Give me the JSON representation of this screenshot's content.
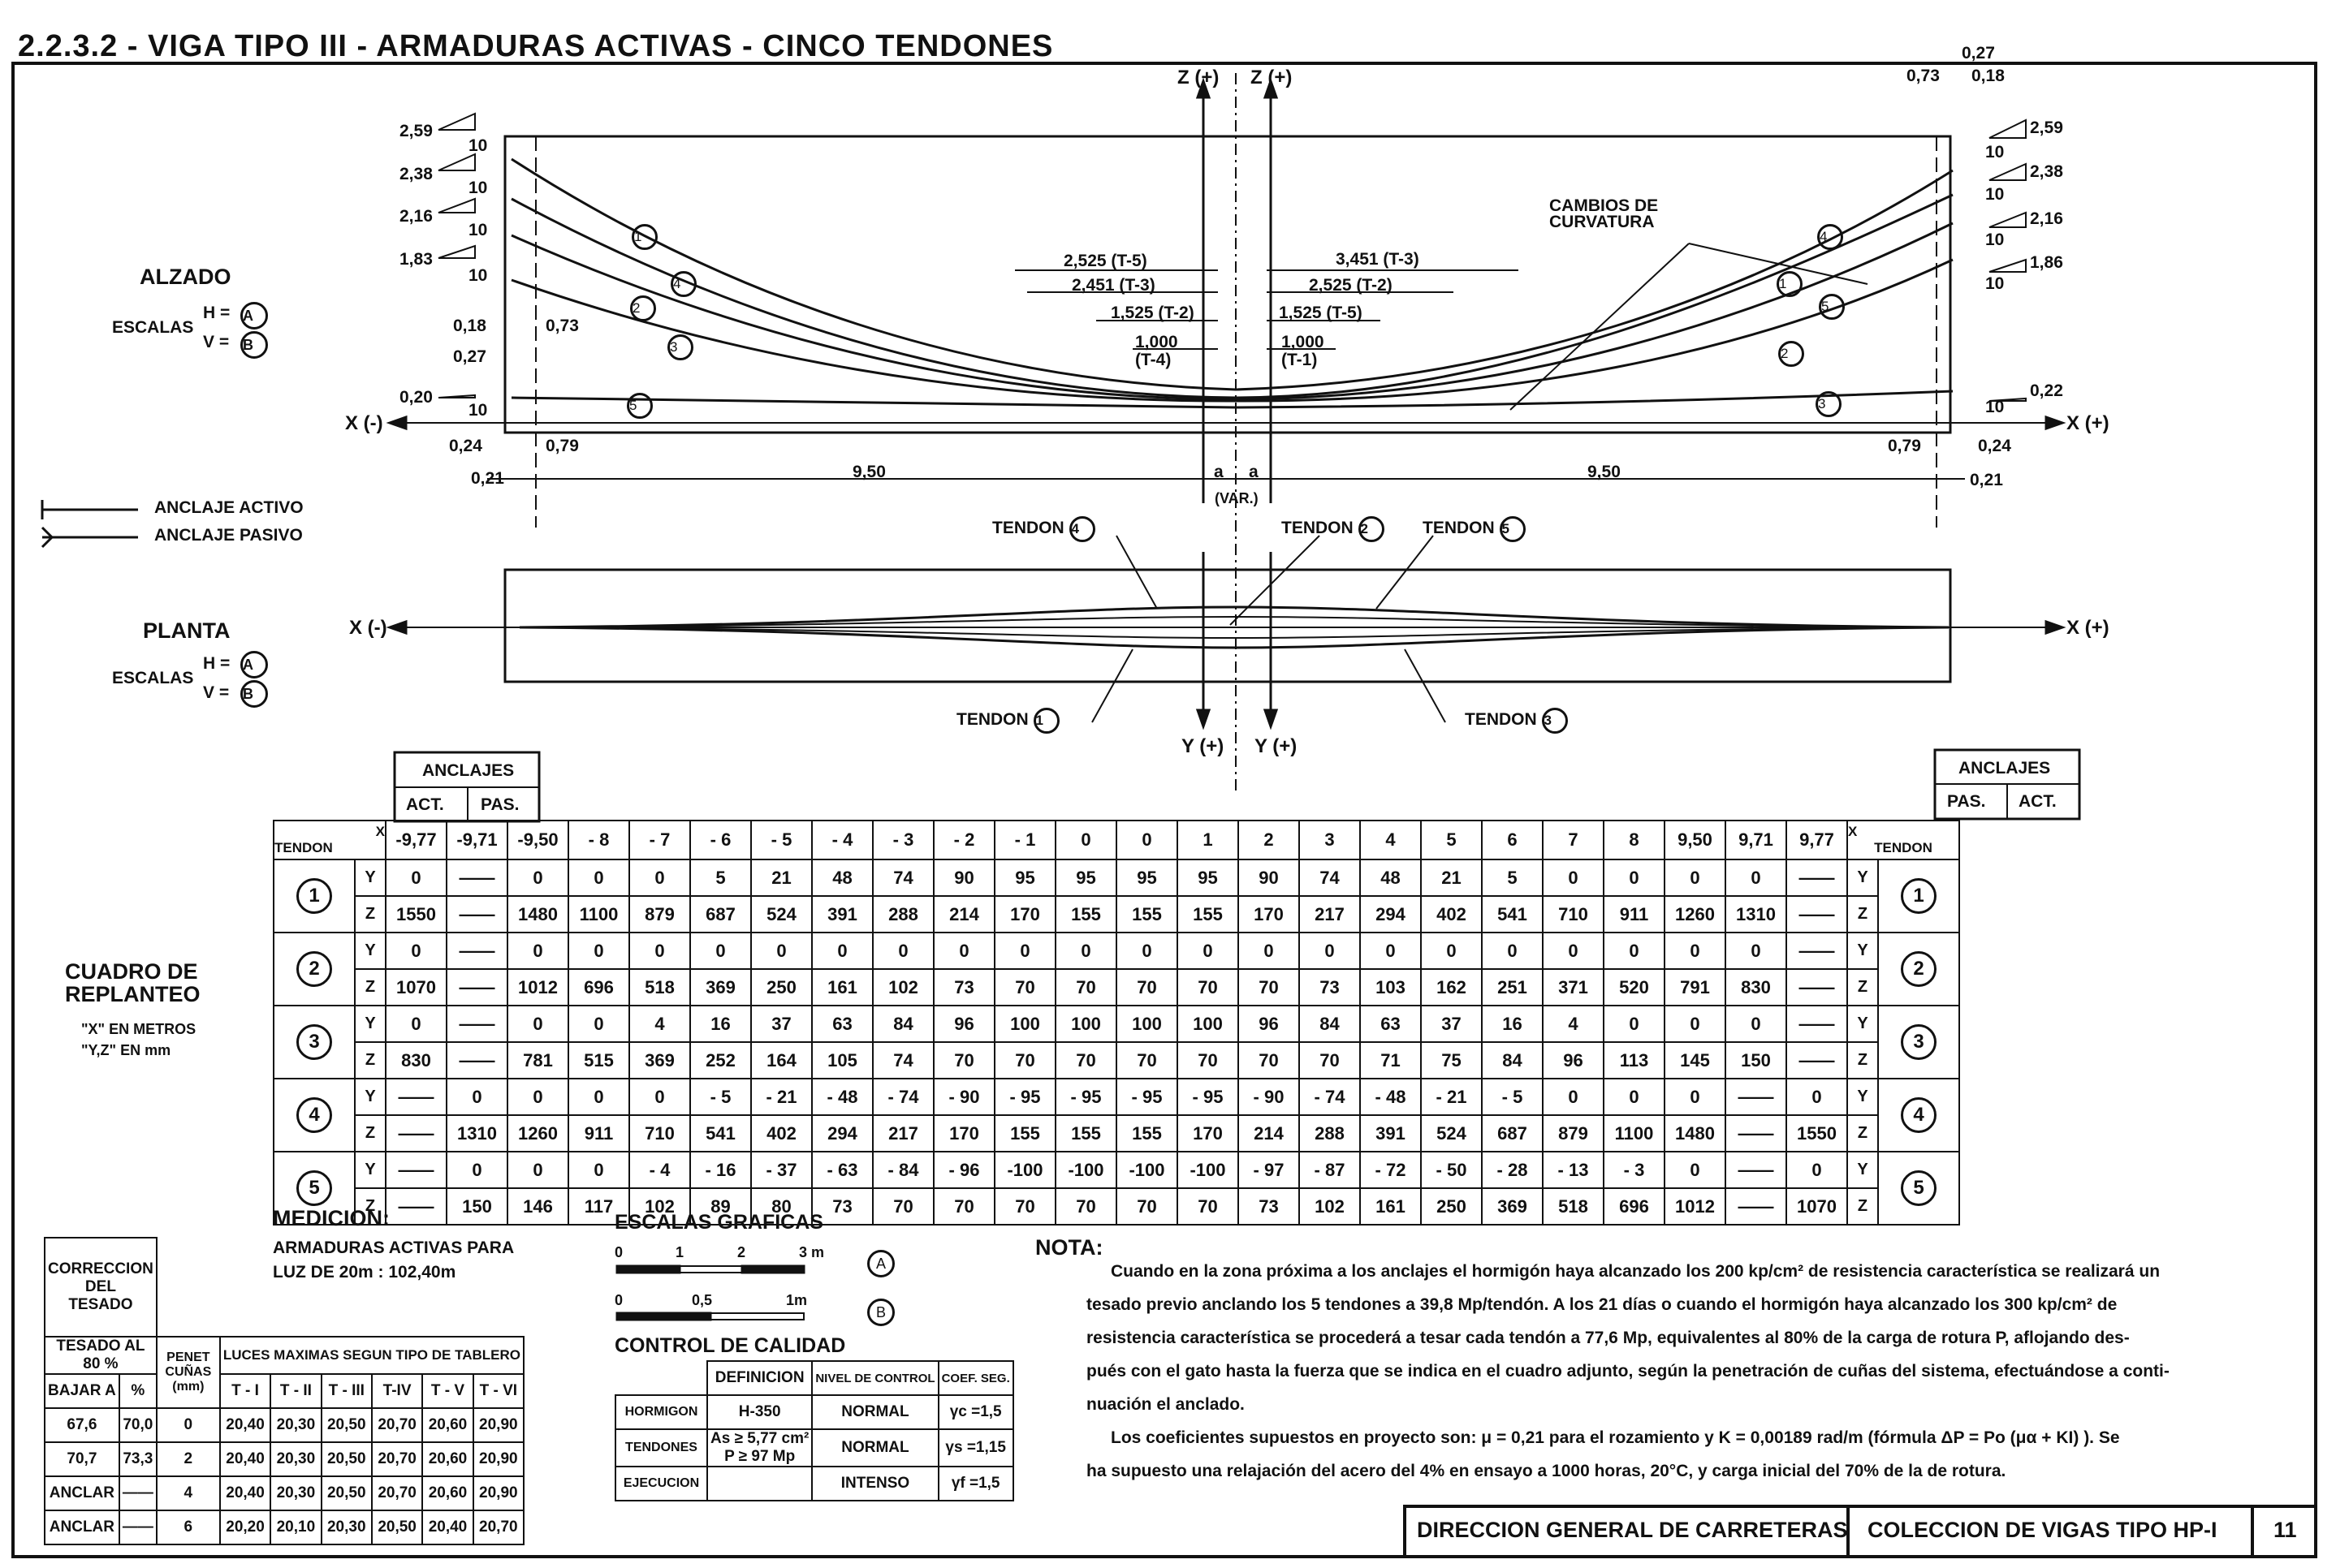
{
  "title": "2.2.3.2 - VIGA TIPO III - ARMADURAS ACTIVAS - CINCO TENDONES",
  "alzado": {
    "label": "ALZADO",
    "escalas": "ESCALAS",
    "h": "H =",
    "v": "V =",
    "h_scale": "A",
    "v_scale": "B"
  },
  "planta": {
    "label": "PLANTA",
    "escalas": "ESCALAS",
    "h": "H =",
    "v": "V =",
    "h_scale": "A",
    "v_scale": "B"
  },
  "legend": {
    "activo": "ANCLAJE ACTIVO",
    "pasivo": "ANCLAJE PASIVO"
  },
  "axes": {
    "z_plus": "Z (+)",
    "z_plus2": "Z (+)",
    "x_minus": "X (-)",
    "x_plus": "X (+)",
    "y_plus": "Y (+)",
    "y_plus2": "Y (+)"
  },
  "left_slopes": [
    {
      "rise": "2,59",
      "run": "10"
    },
    {
      "rise": "2,38",
      "run": "10"
    },
    {
      "rise": "2,16",
      "run": "10"
    },
    {
      "rise": "1,83",
      "run": "10"
    },
    {
      "rise": "0,20",
      "run": "10"
    }
  ],
  "right_slopes": [
    {
      "rise": "2,59",
      "run": "10"
    },
    {
      "rise": "2,38",
      "run": "10"
    },
    {
      "rise": "2,16",
      "run": "10"
    },
    {
      "rise": "1,86",
      "run": "10"
    },
    {
      "rise": "0,22",
      "run": "10"
    }
  ],
  "dims": {
    "d018": "0,18",
    "d073": "0,73",
    "d027": "0,27",
    "d024": "0,24",
    "d079": "0,79",
    "d021": "0,21",
    "d950": "9,50",
    "a": "a",
    "var": "(VAR.)",
    "r027": "0,27",
    "r073": "0,73",
    "r018": "0,18",
    "r079": "0,79",
    "r024": "0,24",
    "r021": "0,21",
    "r950": "9,50",
    "l2525": "2,525 (T-5)",
    "l2451": "2,451 (T-3)",
    "l1525": "1,525 (T-2)",
    "l1000": "1,000",
    "lt4": "(T-4)",
    "r3451": "3,451 (T-3)",
    "r2525": "2,525 (T-2)",
    "r1525": "1,525 (T-5)",
    "r1000": "1,000",
    "rt1": "(T-1)",
    "cambios": "CAMBIOS DE",
    "curvatura": "CURVATURA"
  },
  "tendon_labels": {
    "t4": "TENDON",
    "t2": "TENDON",
    "t5": "TENDON",
    "t1": "TENDON",
    "t3": "TENDON"
  },
  "cuadro": {
    "title1": "CUADRO DE",
    "title2": "REPLANTEO",
    "note1": "\"X\"  EN METROS",
    "note2": "\"Y,Z\"  EN mm"
  },
  "anclajes": {
    "header": "ANCLAJES",
    "act": "ACT.",
    "pas": "PAS."
  },
  "table": {
    "x_label": "X",
    "tendon_label": "TENDON",
    "x": [
      "-9,77",
      "-9,71",
      "-9,50",
      "- 8",
      "- 7",
      "- 6",
      "- 5",
      "- 4",
      "- 3",
      "- 2",
      "- 1",
      "0",
      "0",
      "1",
      "2",
      "3",
      "4",
      "5",
      "6",
      "7",
      "8",
      "9,50",
      "9,71",
      "9,77"
    ],
    "rows": [
      {
        "n": "1",
        "y": [
          "0",
          "——",
          "0",
          "0",
          "0",
          "5",
          "21",
          "48",
          "74",
          "90",
          "95",
          "95",
          "95",
          "95",
          "90",
          "74",
          "48",
          "21",
          "5",
          "0",
          "0",
          "0",
          "0",
          "——"
        ],
        "z": [
          "1550",
          "——",
          "1480",
          "1100",
          "879",
          "687",
          "524",
          "391",
          "288",
          "214",
          "170",
          "155",
          "155",
          "155",
          "170",
          "217",
          "294",
          "402",
          "541",
          "710",
          "911",
          "1260",
          "1310",
          "——"
        ]
      },
      {
        "n": "2",
        "y": [
          "0",
          "——",
          "0",
          "0",
          "0",
          "0",
          "0",
          "0",
          "0",
          "0",
          "0",
          "0",
          "0",
          "0",
          "0",
          "0",
          "0",
          "0",
          "0",
          "0",
          "0",
          "0",
          "0",
          "——"
        ],
        "z": [
          "1070",
          "——",
          "1012",
          "696",
          "518",
          "369",
          "250",
          "161",
          "102",
          "73",
          "70",
          "70",
          "70",
          "70",
          "70",
          "73",
          "103",
          "162",
          "251",
          "371",
          "520",
          "791",
          "830",
          "——"
        ]
      },
      {
        "n": "3",
        "y": [
          "0",
          "——",
          "0",
          "0",
          "4",
          "16",
          "37",
          "63",
          "84",
          "96",
          "100",
          "100",
          "100",
          "100",
          "96",
          "84",
          "63",
          "37",
          "16",
          "4",
          "0",
          "0",
          "0",
          "——"
        ],
        "z": [
          "830",
          "——",
          "781",
          "515",
          "369",
          "252",
          "164",
          "105",
          "74",
          "70",
          "70",
          "70",
          "70",
          "70",
          "70",
          "70",
          "71",
          "75",
          "84",
          "96",
          "113",
          "145",
          "150",
          "——"
        ]
      },
      {
        "n": "4",
        "y": [
          "——",
          "0",
          "0",
          "0",
          "0",
          "- 5",
          "- 21",
          "- 48",
          "- 74",
          "- 90",
          "- 95",
          "- 95",
          "- 95",
          "- 95",
          "- 90",
          "- 74",
          "- 48",
          "- 21",
          "- 5",
          "0",
          "0",
          "0",
          "——",
          "0"
        ],
        "z": [
          "——",
          "1310",
          "1260",
          "911",
          "710",
          "541",
          "402",
          "294",
          "217",
          "170",
          "155",
          "155",
          "155",
          "170",
          "214",
          "288",
          "391",
          "524",
          "687",
          "879",
          "1100",
          "1480",
          "——",
          "1550"
        ]
      },
      {
        "n": "5",
        "y": [
          "——",
          "0",
          "0",
          "0",
          "- 4",
          "- 16",
          "- 37",
          "- 63",
          "- 84",
          "- 96",
          "-100",
          "-100",
          "-100",
          "-100",
          "- 97",
          "- 87",
          "- 72",
          "- 50",
          "- 28",
          "- 13",
          "- 3",
          "0",
          "——",
          "0"
        ],
        "z": [
          "——",
          "150",
          "146",
          "117",
          "102",
          "89",
          "80",
          "73",
          "70",
          "70",
          "70",
          "70",
          "70",
          "70",
          "73",
          "102",
          "161",
          "250",
          "369",
          "518",
          "696",
          "1012",
          "——",
          "1070"
        ]
      }
    ]
  },
  "medicion": {
    "title": "MEDICION:",
    "line1": "ARMADURAS ACTIVAS PARA",
    "line2": "LUZ DE 20m : 102,40m"
  },
  "escalas_graficas": {
    "title": "ESCALAS GRAFICAS",
    "a_ticks": [
      "0",
      "1",
      "2",
      "3 m"
    ],
    "b_ticks": [
      "0",
      "0,5",
      "1m"
    ],
    "a": "A",
    "b": "B"
  },
  "correccion": {
    "title1": "CORRECCION",
    "title2": "DEL",
    "title3": "TESADO",
    "tesado": "TESADO AL",
    "pct": "80 %",
    "bajar": "BAJAR A",
    "pcol": "%",
    "penet": "PENET CUÑAS (mm)",
    "luces": "LUCES MAXIMAS SEGUN TIPO DE TABLERO",
    "types": [
      "T - I",
      "T - II",
      "T - III",
      "T-IV",
      "T - V",
      "T - VI"
    ],
    "rows": [
      {
        "bajar": "67,6",
        "p": "70,0",
        "pen": "0",
        "v": [
          "20,40",
          "20,30",
          "20,50",
          "20,70",
          "20,60",
          "20,90"
        ]
      },
      {
        "bajar": "70,7",
        "p": "73,3",
        "pen": "2",
        "v": [
          "20,40",
          "20,30",
          "20,50",
          "20,70",
          "20,60",
          "20,90"
        ]
      },
      {
        "bajar": "ANCLAR",
        "p": "——",
        "pen": "4",
        "v": [
          "20,40",
          "20,30",
          "20,50",
          "20,70",
          "20,60",
          "20,90"
        ]
      },
      {
        "bajar": "ANCLAR",
        "p": "——",
        "pen": "6",
        "v": [
          "20,20",
          "20,10",
          "20,30",
          "20,50",
          "20,40",
          "20,70"
        ]
      }
    ]
  },
  "control": {
    "title": "CONTROL DE CALIDAD",
    "h_def": "DEFINICION",
    "h_nivel": "NIVEL DE CONTROL",
    "h_coef": "COEF. SEG.",
    "rows": [
      {
        "name": "HORMIGON",
        "def": "H-350",
        "nivel": "NORMAL",
        "coef": "γc =1,5"
      },
      {
        "name": "TENDONES",
        "def": "As ≥ 5,77 cm²",
        "def2": "P ≥ 97 Mp",
        "nivel": "NORMAL",
        "coef": "γs =1,15"
      },
      {
        "name": "EJECUCION",
        "def": "",
        "nivel": "INTENSO",
        "coef": "γf =1,5"
      }
    ]
  },
  "nota": {
    "title": "NOTA:",
    "lines": [
      "Cuando en la zona próxima a los anclajes el hormigón haya alcanzado los 200 kp/cm² de resistencia característica se realizará un",
      "tesado previo anclando los 5 tendones a 39,8 Mp/tendón. A los 21 días o cuando el hormigón haya alcanzado los 300 kp/cm² de",
      "resistencia característica se procederá a tesar cada tendón a 77,6 Mp, equivalentes al 80% de la carga de rotura P, aflojando des-",
      "pués con el gato hasta la fuerza que se indica en el cuadro adjunto, según la penetración de cuñas del sistema, efectuándose a conti-",
      "nuación el anclado.",
      "Los coeficientes supuestos en proyecto son: μ = 0,21 para el rozamiento y K = 0,00189 rad/m (fórmula ΔP = Po (μα + KI) ). Se",
      "ha supuesto una relajación del acero del 4% en ensayo a 1000 horas, 20°C, y carga inicial del 70% de la de rotura."
    ]
  },
  "footer": {
    "dgc": "DIRECCION GENERAL DE CARRETERAS",
    "coleccion": "COLECCION DE VIGAS TIPO HP-I",
    "page": "11"
  },
  "colors": {
    "ink": "#111111",
    "paper": "#ffffff"
  }
}
